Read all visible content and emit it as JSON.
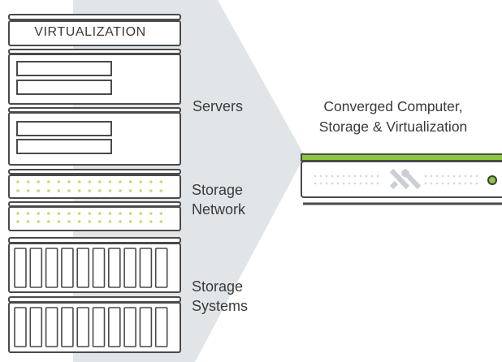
{
  "stack": {
    "virtualization_label": "VIRTUALIZATION",
    "servers_label": "Servers",
    "storage_network_label": [
      "Storage",
      "Network"
    ],
    "storage_systems_label": [
      "Storage",
      "Systems"
    ]
  },
  "converged": {
    "title": [
      "Converged Computer,",
      "Storage & Virtualization"
    ]
  },
  "colors": {
    "wedge": "#e1e5e8",
    "line": "#4a4a4a",
    "accent_green": "#8dc63f",
    "dot_green": "#c6dc79",
    "dot_grey": "#d7dadd",
    "logo_grey": "#c9cfd4"
  },
  "icons": {
    "logo": "nutanix-x-logo-icon",
    "status": "status-led-icon"
  }
}
